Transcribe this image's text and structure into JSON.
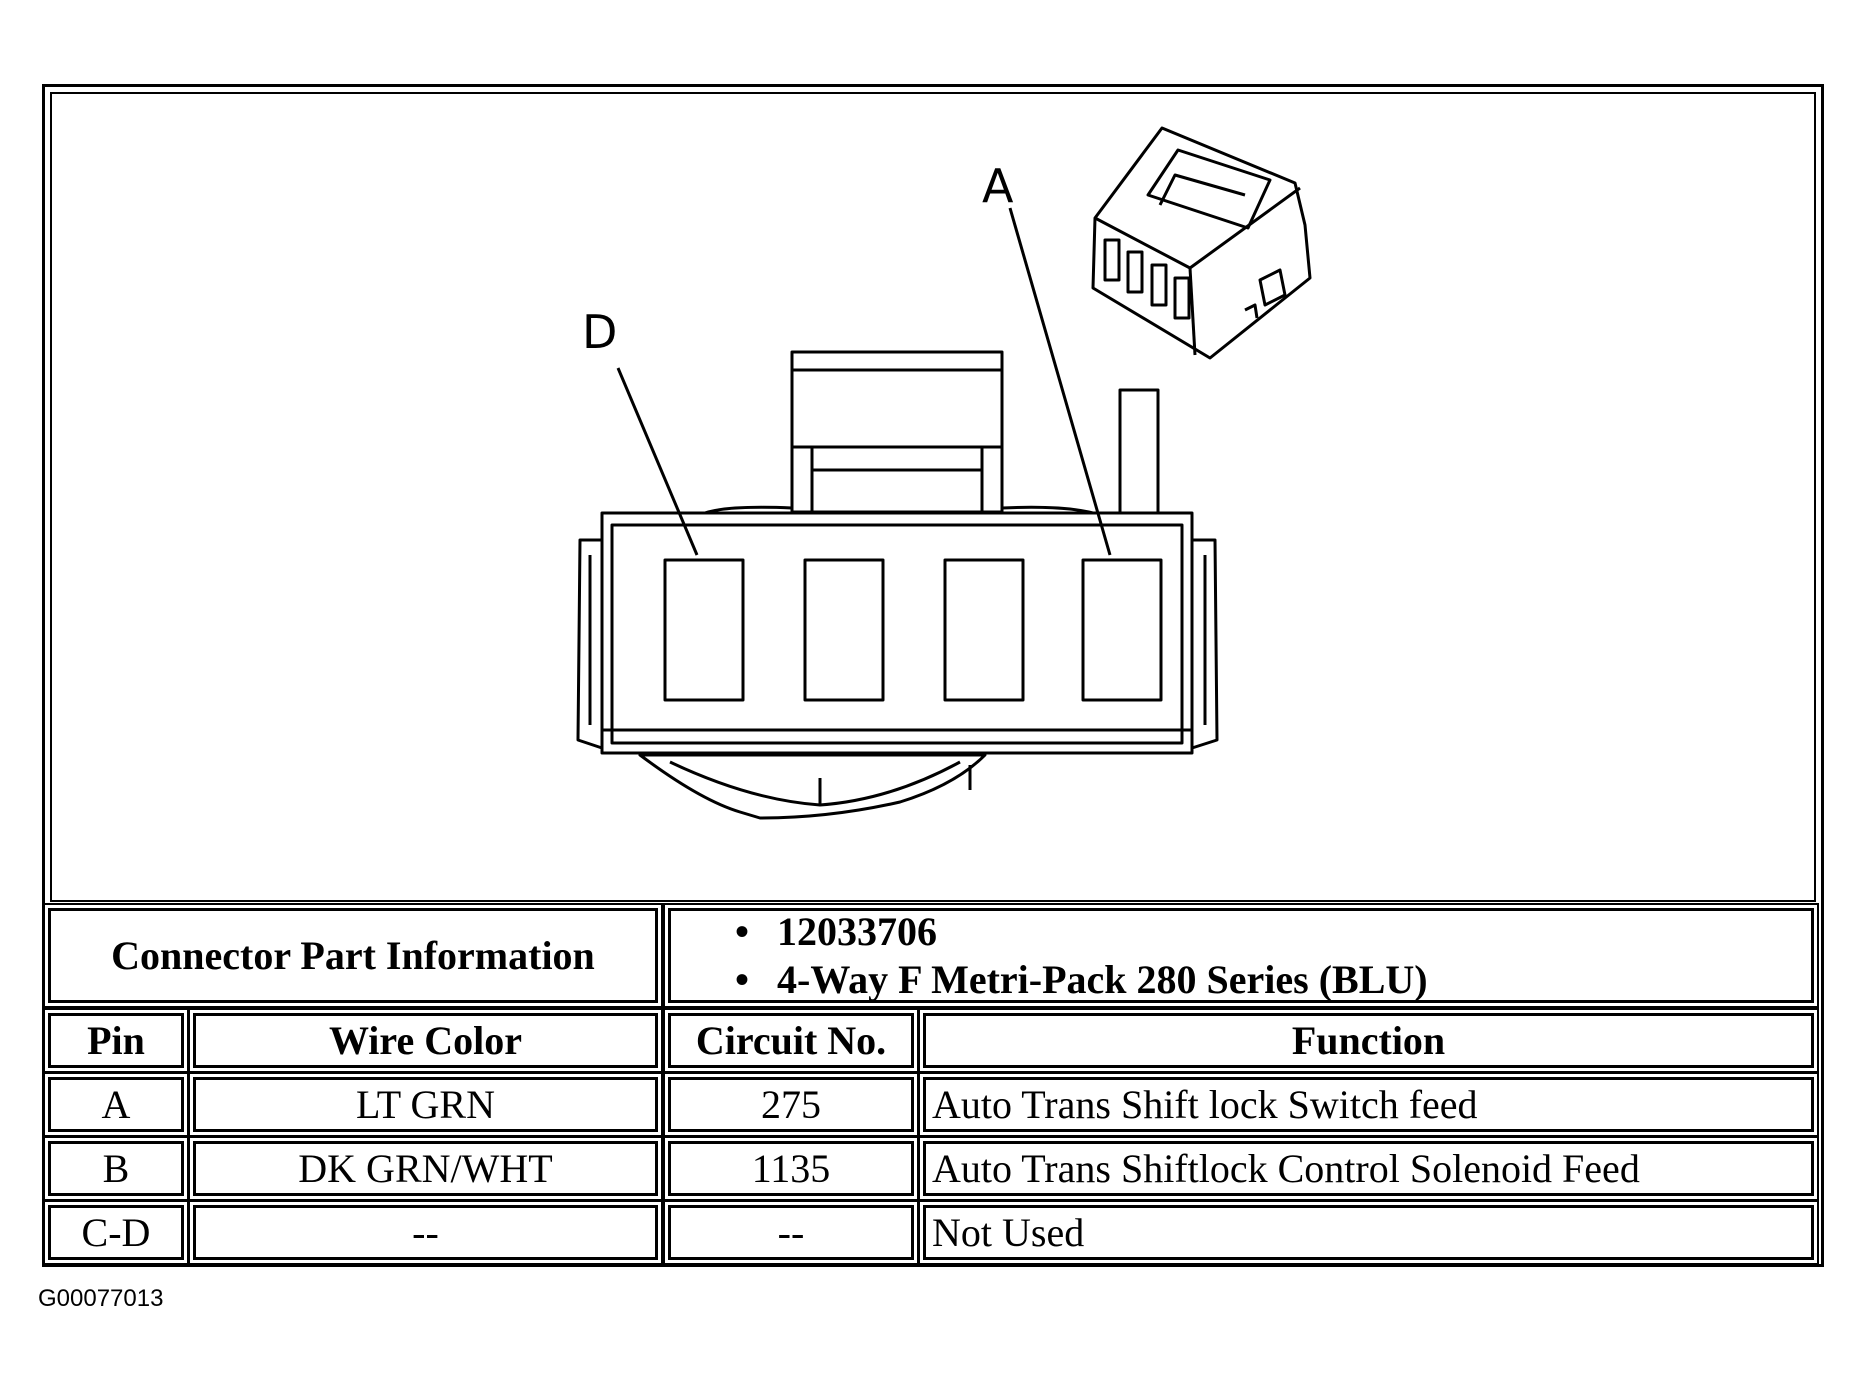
{
  "diagram": {
    "pin_labels": [
      "D",
      "A"
    ],
    "cavities": 4
  },
  "part_info": {
    "label": "Connector Part Information",
    "items": [
      "12033706",
      "4-Way F Metri-Pack 280 Series (BLU)"
    ]
  },
  "table": {
    "headers": [
      "Pin",
      "Wire Color",
      "Circuit No.",
      "Function"
    ],
    "rows": [
      [
        "A",
        "LT GRN",
        "275",
        "Auto Trans Shift lock Switch feed"
      ],
      [
        "B",
        "DK GRN/WHT",
        "1135",
        "Auto Trans Shiftlock Control Solenoid Feed"
      ],
      [
        "C-D",
        "--",
        "--",
        "Not Used"
      ]
    ]
  },
  "figure_code": "G00077013"
}
